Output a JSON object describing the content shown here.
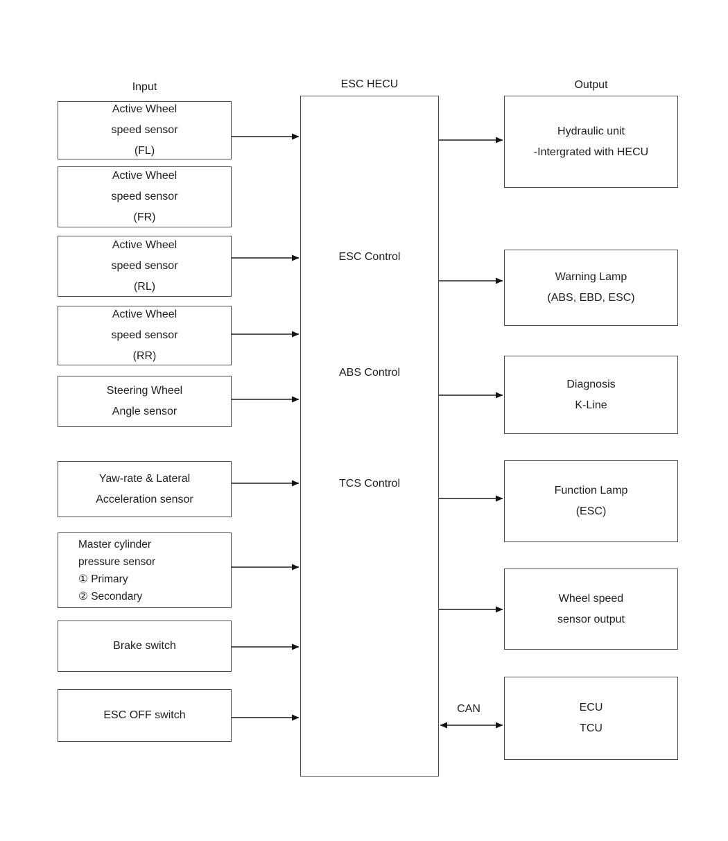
{
  "titles": {
    "input": "Input",
    "center": "ESC HECU",
    "output": "Output"
  },
  "input_boxes": [
    {
      "id": "active-wheel-speed-sensor-fl",
      "lines": [
        "Active Wheel",
        "speed sensor",
        "(FL)"
      ]
    },
    {
      "id": "active-wheel-speed-sensor-fr",
      "lines": [
        "Active Wheel",
        "speed sensor",
        "(FR)"
      ]
    },
    {
      "id": "active-wheel-speed-sensor-rl",
      "lines": [
        "Active Wheel",
        "speed sensor",
        "(RL)"
      ]
    },
    {
      "id": "active-wheel-speed-sensor-rr",
      "lines": [
        "Active Wheel",
        "speed sensor",
        "(RR)"
      ]
    },
    {
      "id": "steering-wheel-angle-sensor",
      "lines": [
        "Steering Wheel",
        "Angle sensor"
      ]
    },
    {
      "id": "yaw-rate-lateral-acceleration-sensor",
      "lines": [
        "Yaw-rate & Lateral",
        "Acceleration sensor"
      ]
    },
    {
      "id": "master-cylinder-pressure-sensor",
      "lines": [
        "Master cylinder",
        "pressure sensor",
        "① Primary",
        "② Secondary"
      ]
    },
    {
      "id": "brake-switch",
      "lines": [
        "Brake switch"
      ]
    },
    {
      "id": "esc-off-switch",
      "lines": [
        "ESC OFF switch"
      ]
    }
  ],
  "hecu_functions": [
    "ESC Control",
    "ABS Control",
    "TCS Control"
  ],
  "output_boxes": [
    {
      "id": "hydraulic-unit",
      "lines": [
        "Hydraulic unit",
        "-Intergrated with HECU"
      ]
    },
    {
      "id": "warning-lamp",
      "lines": [
        "Warning Lamp",
        "(ABS, EBD, ESC)"
      ]
    },
    {
      "id": "diagnosis-k-line",
      "lines": [
        "Diagnosis",
        "K-Line"
      ]
    },
    {
      "id": "function-lamp",
      "lines": [
        "Function Lamp",
        "(ESC)"
      ]
    },
    {
      "id": "wheel-speed-sensor-output",
      "lines": [
        "Wheel speed",
        "sensor output"
      ]
    },
    {
      "id": "ecu-tcu",
      "lines": [
        "ECU",
        "TCU"
      ]
    }
  ],
  "bus_label": "CAN",
  "colors": {
    "background": "#ffffff",
    "box_border": "#4a4a4a",
    "arrow_line": "#3c3c3c",
    "arrow_head": "#141414",
    "text": "#1f1f1f"
  }
}
